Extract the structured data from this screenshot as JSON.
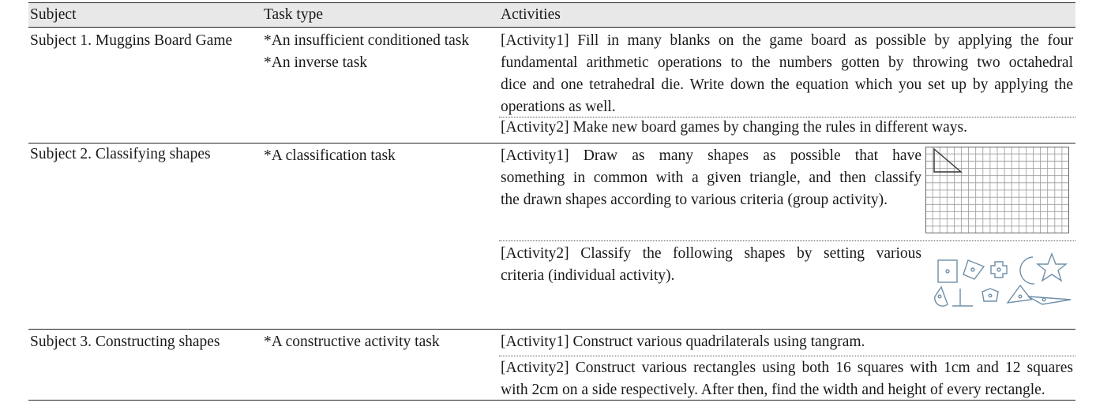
{
  "header": {
    "subject": "Subject",
    "task_type": "Task type",
    "activities": "Activities"
  },
  "rows": [
    {
      "subject": "Subject 1. Muggins Board Game",
      "task_types": [
        "*An insufficient conditioned task",
        "*An inverse task"
      ],
      "activities": [
        {
          "lines": [
            "[Activity1] Fill in many blanks on the game board as possible by applying the four",
            "fundamental arithmetic operations to the numbers gotten by throwing two octahedral",
            "dice and one tetrahedral die. Write down the equation which you set up by applying the",
            "operations as well."
          ]
        },
        {
          "lines": [
            "[Activity2] Make new board games by changing the rules in different ways."
          ]
        }
      ]
    },
    {
      "subject": "Subject 2. Classifying shapes",
      "task_types": [
        "*A classification task"
      ],
      "activities": [
        {
          "lines": [
            "[Activity1] Draw as many shapes as possible that have",
            "something in common with a given triangle, and then classify",
            "the drawn shapes according to various criteria (group activity)."
          ]
        },
        {
          "lines": [
            "[Activity2] Classify the following shapes by setting various",
            "criteria (individual activity)."
          ]
        }
      ]
    },
    {
      "subject": "Subject 3. Constructing shapes",
      "task_types": [
        "*A constructive activity task"
      ],
      "activities": [
        {
          "lines": [
            "[Activity1] Construct various quadrilaterals using tangram."
          ]
        },
        {
          "lines": [
            "[Activity2] Construct various rectangles using both 16 squares with 1cm and 12 squares",
            "with 2cm on a side respectively. After then, find the width and height of every rectangle."
          ]
        }
      ]
    }
  ],
  "colors": {
    "header_bg": "#e8e8e8",
    "figure_stroke": "#6f8fa8",
    "grid_stroke": "#9a9a9a"
  }
}
